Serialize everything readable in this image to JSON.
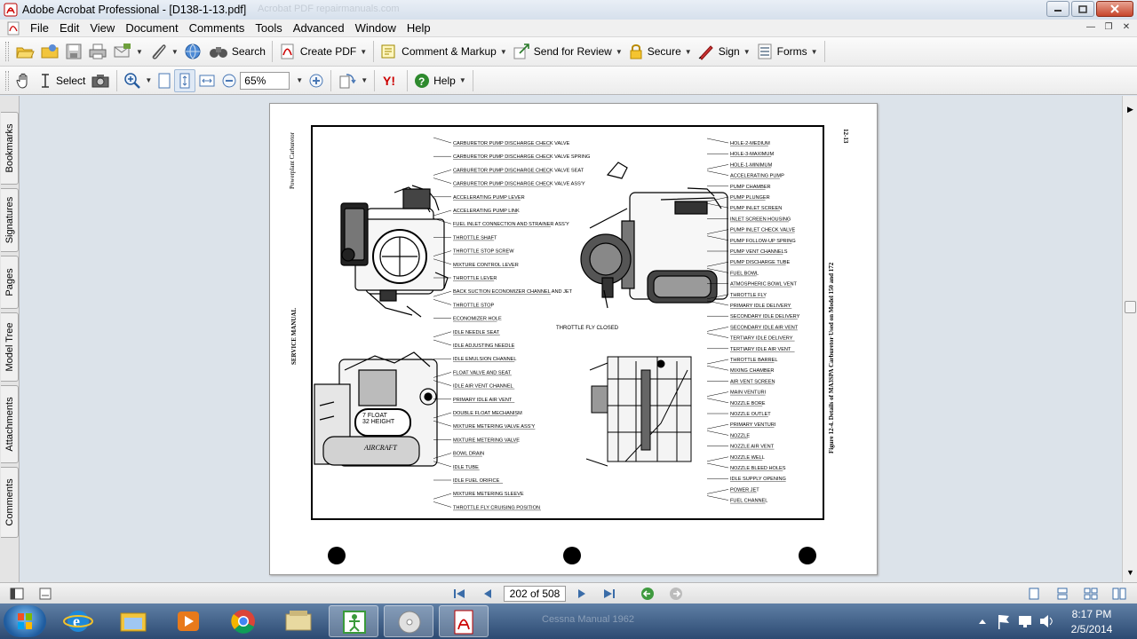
{
  "window": {
    "title": "Adobe Acrobat Professional - [D138-1-13.pdf]",
    "ghost_url": "Acrobat PDF repairmanuals.com"
  },
  "menu": [
    "File",
    "Edit",
    "View",
    "Document",
    "Comments",
    "Tools",
    "Advanced",
    "Window",
    "Help"
  ],
  "toolbar1": {
    "search": "Search",
    "create_pdf": "Create PDF",
    "comment_markup": "Comment & Markup",
    "send_review": "Send for Review",
    "secure": "Secure",
    "sign": "Sign",
    "forms": "Forms"
  },
  "toolbar2": {
    "select": "Select",
    "zoom_value": "65%",
    "help": "Help"
  },
  "nav_tabs": [
    "Bookmarks",
    "Signatures",
    "Pages",
    "Model Tree",
    "Attachments",
    "Comments"
  ],
  "status": {
    "page_field": "202 of 508"
  },
  "taskbar": {
    "ghost_title": "Cessna Manual 1962",
    "time": "8:17 PM",
    "date": "2/5/2014"
  },
  "figure": {
    "side_header": "Powerplant\nCarburetor",
    "page_no": "12-13",
    "manual_label": "SERVICE MANUAL",
    "caption": "Figure 12-4. Details of MA3SPA Carburetor Used on Model 150 and 172",
    "float_label_1": "7 FLOAT",
    "float_label_2": "32 HEIGHT",
    "brand": "AIRCRAFT",
    "throttle_closed": "THROTTLE FLY CLOSED",
    "left_labels": [
      "CARBURETOR PUMP DISCHARGE CHECK VALVE",
      "CARBURETOR PUMP DISCHARGE CHECK VALVE SPRING",
      "CARBURETOR PUMP DISCHARGE CHECK VALVE SEAT",
      "CARBURETOR PUMP DISCHARGE CHECK VALVE ASS'Y",
      "ACCELERATING PUMP LEVER",
      "ACCELERATING PUMP LINK",
      "FUEL INLET CONNECTION AND STRAINER ASS'Y",
      "THROTTLE SHAFT",
      "THROTTLE STOP SCREW",
      "MIXTURE CONTROL LEVER",
      "THROTTLE LEVER",
      "BACK SUCTION ECONOMIZER CHANNEL AND JET",
      "THROTTLE STOP",
      "ECONOMIZER HOLE",
      "IDLE NEEDLE SEAT",
      "IDLE ADJUSTING NEEDLE",
      "IDLE EMULSION CHANNEL",
      "FLOAT VALVE AND SEAT",
      "IDLE AIR VENT CHANNEL",
      "PRIMARY IDLE AIR VENT",
      "DOUBLE FLOAT MECHANISM",
      "MIXTURE METERING VALVE ASS'Y",
      "MIXTURE METERING VALVE",
      "BOWL DRAIN",
      "IDLE TUBE",
      "IDLE FUEL ORIFICE",
      "MIXTURE METERING SLEEVE",
      "THROTTLE FLY CRUISING POSITION"
    ],
    "right_labels": [
      "HOLE-2-MEDIUM",
      "HOLE-3-MAXIMUM",
      "HOLE-1-MINIMUM",
      "ACCELERATING PUMP",
      "PUMP CHAMBER",
      "PUMP PLUNGER",
      "PUMP INLET SCREEN",
      "INLET SCREEN HOUSING",
      "PUMP INLET CHECK VALVE",
      "PUMP FOLLOW-UP SPRING",
      "PUMP VENT CHANNELS",
      "PUMP DISCHARGE TUBE",
      "FUEL BOWL",
      "ATMOSPHERIC BOWL VENT",
      "THROTTLE FLY",
      "PRIMARY IDLE DELIVERY",
      "SECONDARY IDLE DELIVERY",
      "SECONDARY IDLE AIR VENT",
      "TERTIARY IDLE DELIVERY",
      "TERTIARY IDLE AIR VENT",
      "THROTTLE BARREL",
      "MIXING CHAMBER",
      "AIR VENT SCREEN",
      "MAIN VENTURI",
      "NOZZLE BORE",
      "NOZZLE OUTLET",
      "PRIMARY VENTURI",
      "NOZZLE",
      "NOZZLE AIR VENT",
      "NOZZLE WELL",
      "NOZZLE BLEED HOLES",
      "IDLE SUPPLY OPENING",
      "POWER JET",
      "FUEL CHANNEL"
    ]
  }
}
